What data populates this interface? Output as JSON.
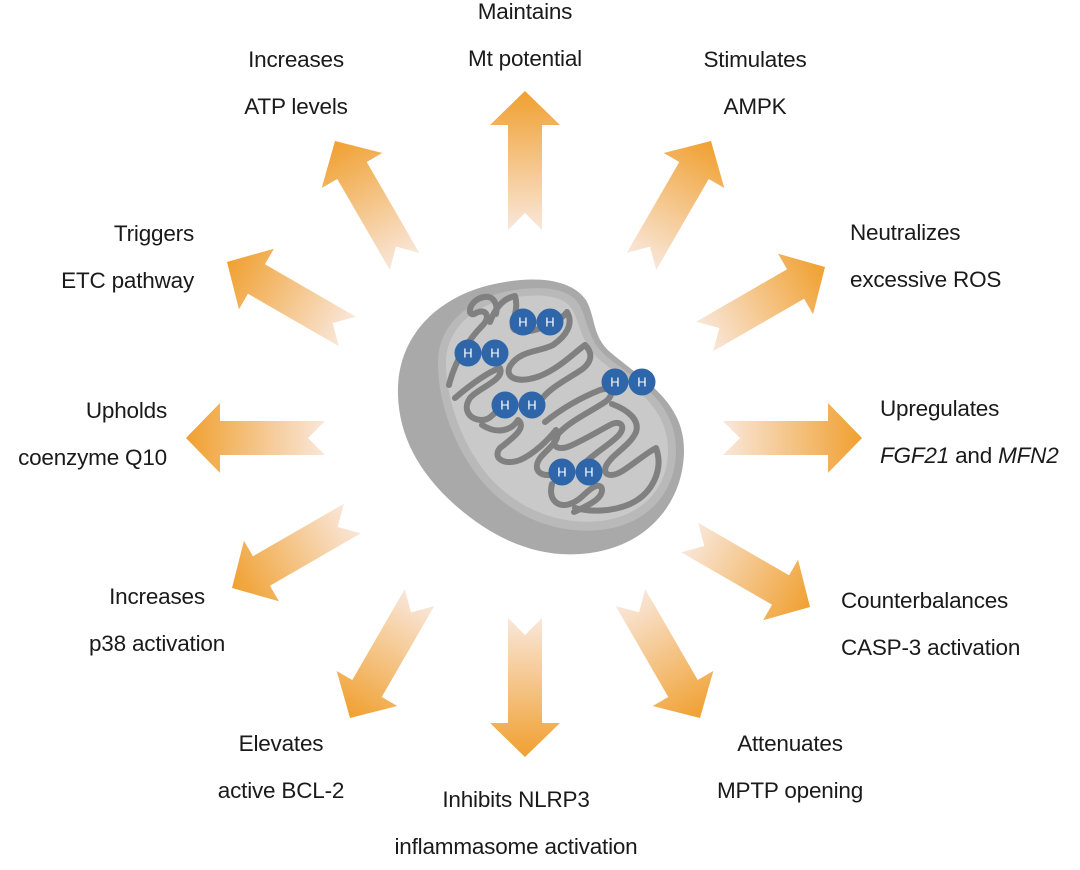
{
  "figure": {
    "center_object": "mitochondrion",
    "colors": {
      "arrow_head": "#f0a030",
      "arrow_tail": "#f9e7da",
      "mito_outer": "#a9a9a9",
      "mito_inner": "#c9c9c9",
      "mito_rim": "#b9b9b9",
      "cristae": "#808080",
      "hydrogen": "#2e66a9",
      "text": "#1a1a1a"
    },
    "hydrogen_label": "H",
    "hydrogen_molecule_count": 5
  },
  "effects": [
    {
      "id": "mt-potential",
      "line1": "Maintains",
      "line2": "Mt potential",
      "direction": "up"
    },
    {
      "id": "ampk",
      "line1": "Stimulates",
      "line2": "AMPK",
      "direction": "up-right"
    },
    {
      "id": "ros",
      "line1": "Neutralizes",
      "line2": "excessive ROS",
      "direction": "right-up"
    },
    {
      "id": "fgf21-mfn2",
      "line1": "Upregulates",
      "line2_parts": [
        "FGF21",
        " and ",
        "MFN2"
      ],
      "direction": "right"
    },
    {
      "id": "casp3",
      "line1": "Counterbalances",
      "line2": "CASP-3 activation",
      "direction": "right-down"
    },
    {
      "id": "mptp",
      "line1": "Attenuates",
      "line2": "MPTP opening",
      "direction": "down-right"
    },
    {
      "id": "nlrp3",
      "line1": "Inhibits NLRP3",
      "line2": "inflammasome activation",
      "direction": "down"
    },
    {
      "id": "bcl2",
      "line1": "Elevates",
      "line2": "active BCL-2",
      "direction": "down-left"
    },
    {
      "id": "p38",
      "line1": "Increases",
      "line2": "p38 activation",
      "direction": "left-down"
    },
    {
      "id": "coq10",
      "line1": "Upholds",
      "line2": "coenzyme Q10",
      "direction": "left"
    },
    {
      "id": "etc",
      "line1": "Triggers",
      "line2": "ETC pathway",
      "direction": "left-up"
    },
    {
      "id": "atp",
      "line1": "Increases",
      "line2": "ATP levels",
      "direction": "up-left"
    }
  ]
}
